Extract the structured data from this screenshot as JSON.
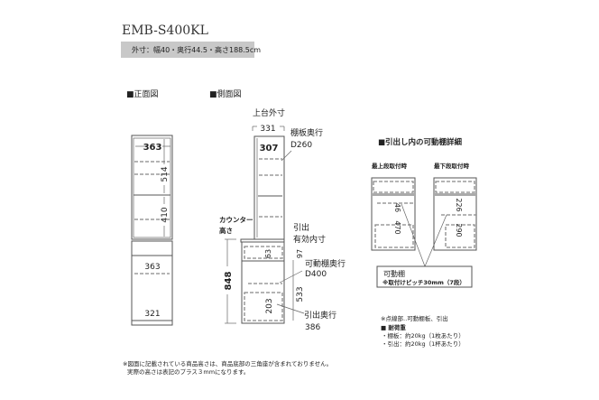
{
  "header": {
    "model": "EMB-S400KL",
    "dimensions": "外寸：幅40・奥行44.5・高さ188.5cm"
  },
  "front": {
    "title": "■正面図",
    "w_top": "363",
    "h_upper": "514",
    "h_mid": "410",
    "w_lower": "363",
    "w_bottom": "321"
  },
  "side": {
    "title": "■側面図",
    "top_outer_label": "上台外寸",
    "top_outer": "331",
    "inner_depth": "307",
    "shelf_depth_label": "棚板奥行",
    "shelf_depth": "D260",
    "counter_label_1": "カウンター",
    "counter_label_2": "高さ",
    "counter_height": "848",
    "drawer_inner_label_1": "引出",
    "drawer_inner_label_2": "有効内寸",
    "drawer_inner": "97",
    "drawer_h": "63",
    "movable_shelf_label": "可動棚奥行",
    "movable_shelf_depth": "D400",
    "lower_h": "533",
    "drawer_inner_w": "203",
    "drawer_depth_label": "引出奥行",
    "drawer_depth": "386"
  },
  "detail": {
    "title": "■引出し内の可動棚詳細",
    "top_label": "最上段取付時",
    "bottom_label": "最下段取付時",
    "top_a": "46",
    "top_b": "470",
    "bottom_a": "226",
    "bottom_b": "290",
    "callout_title": "可動棚",
    "callout_note": "※取付けピッチ30mm（7段）",
    "dotted_note": "※点線部‥可動棚板、引出",
    "load_title": "■ 耐荷重",
    "load_shelf": "・棚板：約20kg（1枚あたり）",
    "load_drawer": "・引出：約20kg（1杯あたり）"
  },
  "footnote": {
    "line1": "※図面に記載されている商品高さは、商品底部の三角座が含まれておりません。",
    "line2": "実際の高さは表記のプラス３mmになります。"
  }
}
